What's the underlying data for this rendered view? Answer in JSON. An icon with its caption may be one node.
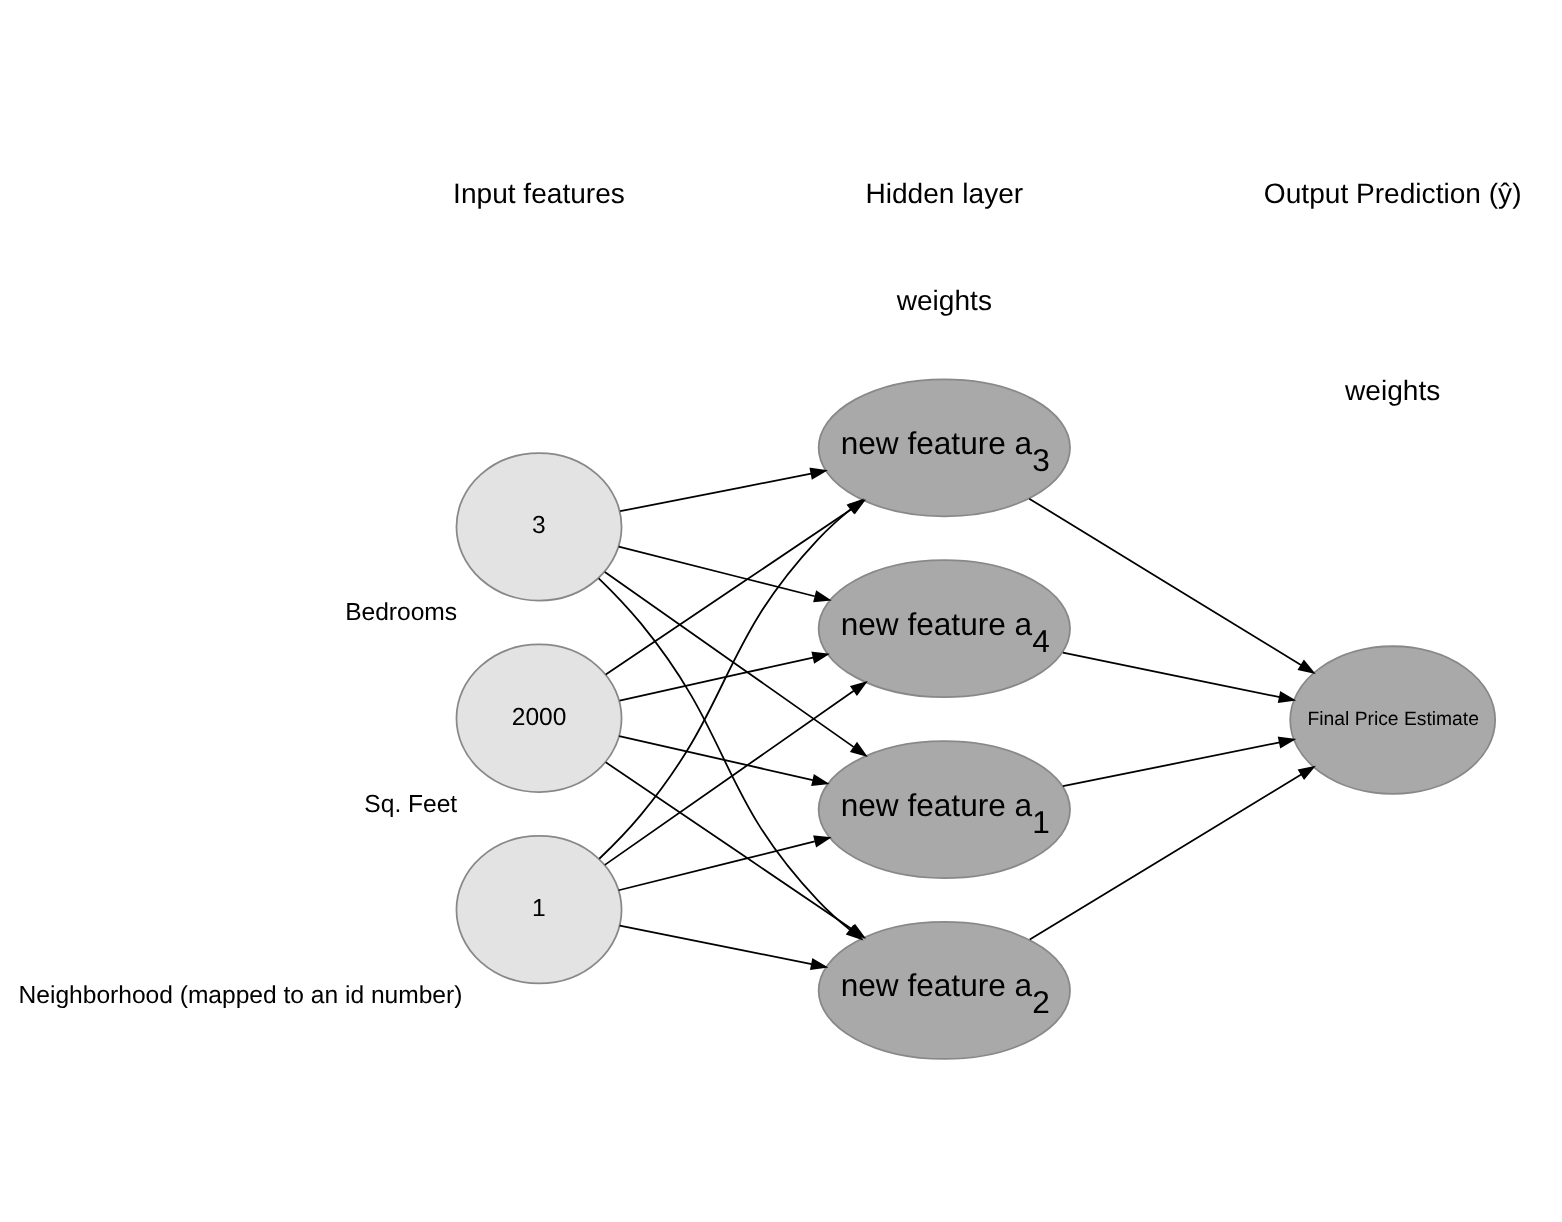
{
  "diagram": {
    "nodes": [
      {
        "text": [
          "3"
        ],
        "beside": [
          "Bedrooms"
        ]
      },
      {
        "text": [
          "2000"
        ],
        "beside": [
          "Sq. Feet"
        ]
      },
      {
        "text": [
          "1"
        ],
        "beside": [
          "Neighborhood (mapped to an id number)"
        ]
      },
      {
        "text": [
          "new feature a$_{1}$"
        ]
      },
      {
        "text": [
          "new feature a$_{2}$"
        ]
      },
      {
        "text": [
          "new feature a$_{3}$"
        ]
      },
      {
        "text": [
          "new feature a$_{4}$"
        ]
      },
      {
        "text": [
          "Final Price Estimate"
        ]
      }
    ],
    "edges": [
      {
        "from": 0,
        "to": 3,
        "arrow": "to"
      },
      {
        "from": 0,
        "to": 4,
        "arrow": "to"
      },
      {
        "from": 0,
        "to": 5,
        "arrow": "to"
      },
      {
        "from": 0,
        "to": 6,
        "arrow": "to"
      },
      {
        "from": 1,
        "to": 3,
        "arrow": "to"
      },
      {
        "from": 1,
        "to": 4,
        "arrow": "to"
      },
      {
        "from": 1,
        "to": 5,
        "arrow": "to"
      },
      {
        "from": 1,
        "to": 6,
        "arrow": "to"
      },
      {
        "from": 2,
        "to": 3,
        "arrow": "to"
      },
      {
        "from": 2,
        "to": 4,
        "arrow": "to"
      },
      {
        "from": 2,
        "to": 5,
        "arrow": "to"
      },
      {
        "from": 2,
        "to": 6,
        "arrow": "to"
      },
      {
        "from": 3,
        "to": 7,
        "arrow": "to"
      },
      {
        "from": 4,
        "to": 7,
        "arrow": "to"
      },
      {
        "from": 5,
        "to": 7,
        "arrow": "to"
      },
      {
        "from": 6,
        "to": 7,
        "arrow": "to"
      }
    ],
    "labels": [
      "weights",
      "weights",
      "Input features",
      "Hidden layer",
      "Output Prediction (ŷ)"
    ]
  }
}
